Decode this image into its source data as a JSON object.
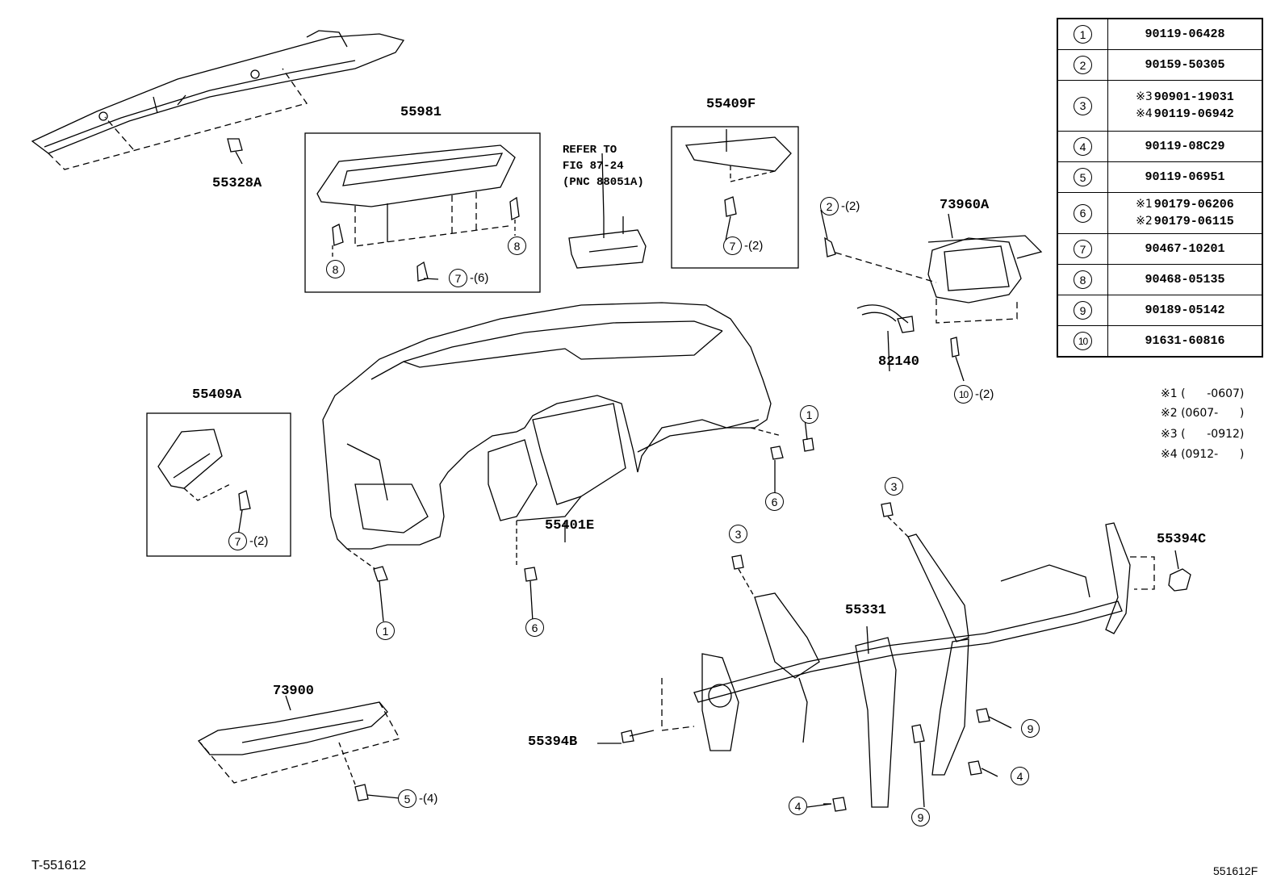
{
  "part_labels": {
    "p55328A": "55328A",
    "p55981": "55981",
    "p55409F": "55409F",
    "p73960A": "73960A",
    "p82140": "82140",
    "p55409A": "55409A",
    "p55401E": "55401E",
    "p55394C": "55394C",
    "p55331": "55331",
    "p73900": "73900",
    "p55394B": "55394B"
  },
  "refer_note": "REFER TO\nFIG 87-24\n(PNC 88051A)",
  "callouts": {
    "c8a": {
      "num": "8",
      "qty": ""
    },
    "c8b": {
      "num": "8",
      "qty": ""
    },
    "c7a": {
      "num": "7",
      "qty": "-(6)"
    },
    "c7b": {
      "num": "7",
      "qty": "-(2)"
    },
    "c2": {
      "num": "2",
      "qty": "-(2)"
    },
    "c10": {
      "num": "10",
      "qty": "-(2)"
    },
    "c7c": {
      "num": "7",
      "qty": "-(2)"
    },
    "c1a": {
      "num": "1",
      "qty": ""
    },
    "c6a": {
      "num": "6",
      "qty": ""
    },
    "c3a": {
      "num": "3",
      "qty": ""
    },
    "c3b": {
      "num": "3",
      "qty": ""
    },
    "c1b": {
      "num": "1",
      "qty": ""
    },
    "c6b": {
      "num": "6",
      "qty": ""
    },
    "c5": {
      "num": "5",
      "qty": "-(4)"
    },
    "c9a": {
      "num": "9",
      "qty": ""
    },
    "c4a": {
      "num": "4",
      "qty": ""
    },
    "c4b": {
      "num": "4",
      "qty": ""
    },
    "c9b": {
      "num": "9",
      "qty": ""
    }
  },
  "parts_table": [
    {
      "num": "1",
      "lines": [
        {
          "mark": "",
          "part": "90119-06428"
        }
      ]
    },
    {
      "num": "2",
      "lines": [
        {
          "mark": "",
          "part": "90159-50305"
        }
      ]
    },
    {
      "num": "3",
      "lines": [
        {
          "mark": "※3",
          "part": "90901-19031"
        },
        {
          "mark": "※4",
          "part": "90119-06942"
        }
      ]
    },
    {
      "num": "4",
      "lines": [
        {
          "mark": "",
          "part": "90119-08C29"
        }
      ]
    },
    {
      "num": "5",
      "lines": [
        {
          "mark": "",
          "part": "90119-06951"
        }
      ]
    },
    {
      "num": "6",
      "lines": [
        {
          "mark": "※1",
          "part": "90179-06206"
        },
        {
          "mark": "※2",
          "part": "90179-06115"
        }
      ]
    },
    {
      "num": "7",
      "lines": [
        {
          "mark": "",
          "part": "90467-10201"
        }
      ]
    },
    {
      "num": "8",
      "lines": [
        {
          "mark": "",
          "part": "90468-05135"
        }
      ]
    },
    {
      "num": "9",
      "lines": [
        {
          "mark": "",
          "part": "90189-05142"
        }
      ]
    },
    {
      "num": "10",
      "lines": [
        {
          "mark": "",
          "part": "91631-60816"
        }
      ]
    }
  ],
  "notes": [
    "※1 (      -0607)",
    "※2 (0607-      )",
    "※3 (      -0912)",
    "※4 (0912-      )"
  ],
  "footer": {
    "left": "T-551612",
    "right": "551612F"
  }
}
